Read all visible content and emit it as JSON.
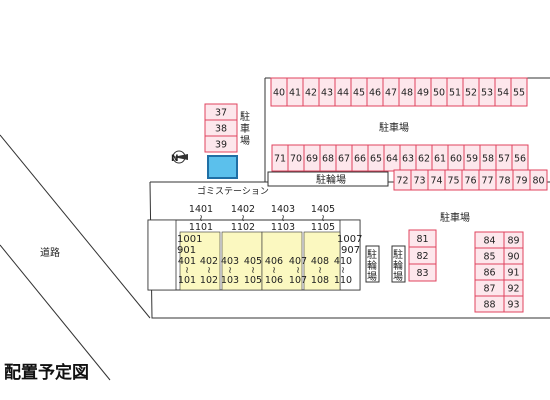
{
  "title": "配置予定図",
  "road_label": "道路",
  "garbage_station_label": "ゴミステーション",
  "bicycle_parking_label": "駐輪場",
  "bicycle_parking_vertical_left": "駐輪場",
  "bicycle_parking_vertical_right": "駐輪場",
  "parking_label_top": "駐車場",
  "parking_label_mid": "駐車場",
  "parking_label_side": "駐車場",
  "north_mark": "N",
  "parking": {
    "top_row": [
      "40",
      "41",
      "42",
      "43",
      "44",
      "45",
      "46",
      "47",
      "48",
      "49",
      "50",
      "51",
      "52",
      "53",
      "54",
      "55"
    ],
    "mid_row": [
      "71",
      "70",
      "69",
      "68",
      "67",
      "66",
      "65",
      "64",
      "63",
      "62",
      "61",
      "60",
      "59",
      "58",
      "57",
      "56"
    ],
    "left_col": [
      "37",
      "38",
      "39"
    ],
    "right_row": [
      "72",
      "73",
      "74",
      "75",
      "76",
      "77",
      "78",
      "79",
      "80"
    ],
    "col_81": [
      "81",
      "82",
      "83"
    ],
    "col_84": [
      "84",
      "85",
      "86",
      "87",
      "88"
    ],
    "col_89": [
      "89",
      "90",
      "91",
      "92",
      "93"
    ]
  },
  "building": {
    "top_labels": [
      "1401",
      "1402",
      "1403",
      "1405"
    ],
    "tilde": "≀",
    "row_1100": [
      "1101",
      "1102",
      "1103",
      "1105"
    ],
    "stack_left": [
      "1001",
      "901"
    ],
    "stack_right": [
      "1007",
      "907"
    ],
    "units_upper": [
      "401",
      "402",
      "403",
      "405",
      "406",
      "407",
      "408",
      "410"
    ],
    "units_lower": [
      "101",
      "102",
      "103",
      "105",
      "106",
      "107",
      "108",
      "110"
    ]
  },
  "colors": {
    "parking_fill": "#fde7ec",
    "parking_stroke": "#e0435e",
    "unit_fill": "#fbf8c0",
    "garbage_station": "#2a9fd6"
  }
}
